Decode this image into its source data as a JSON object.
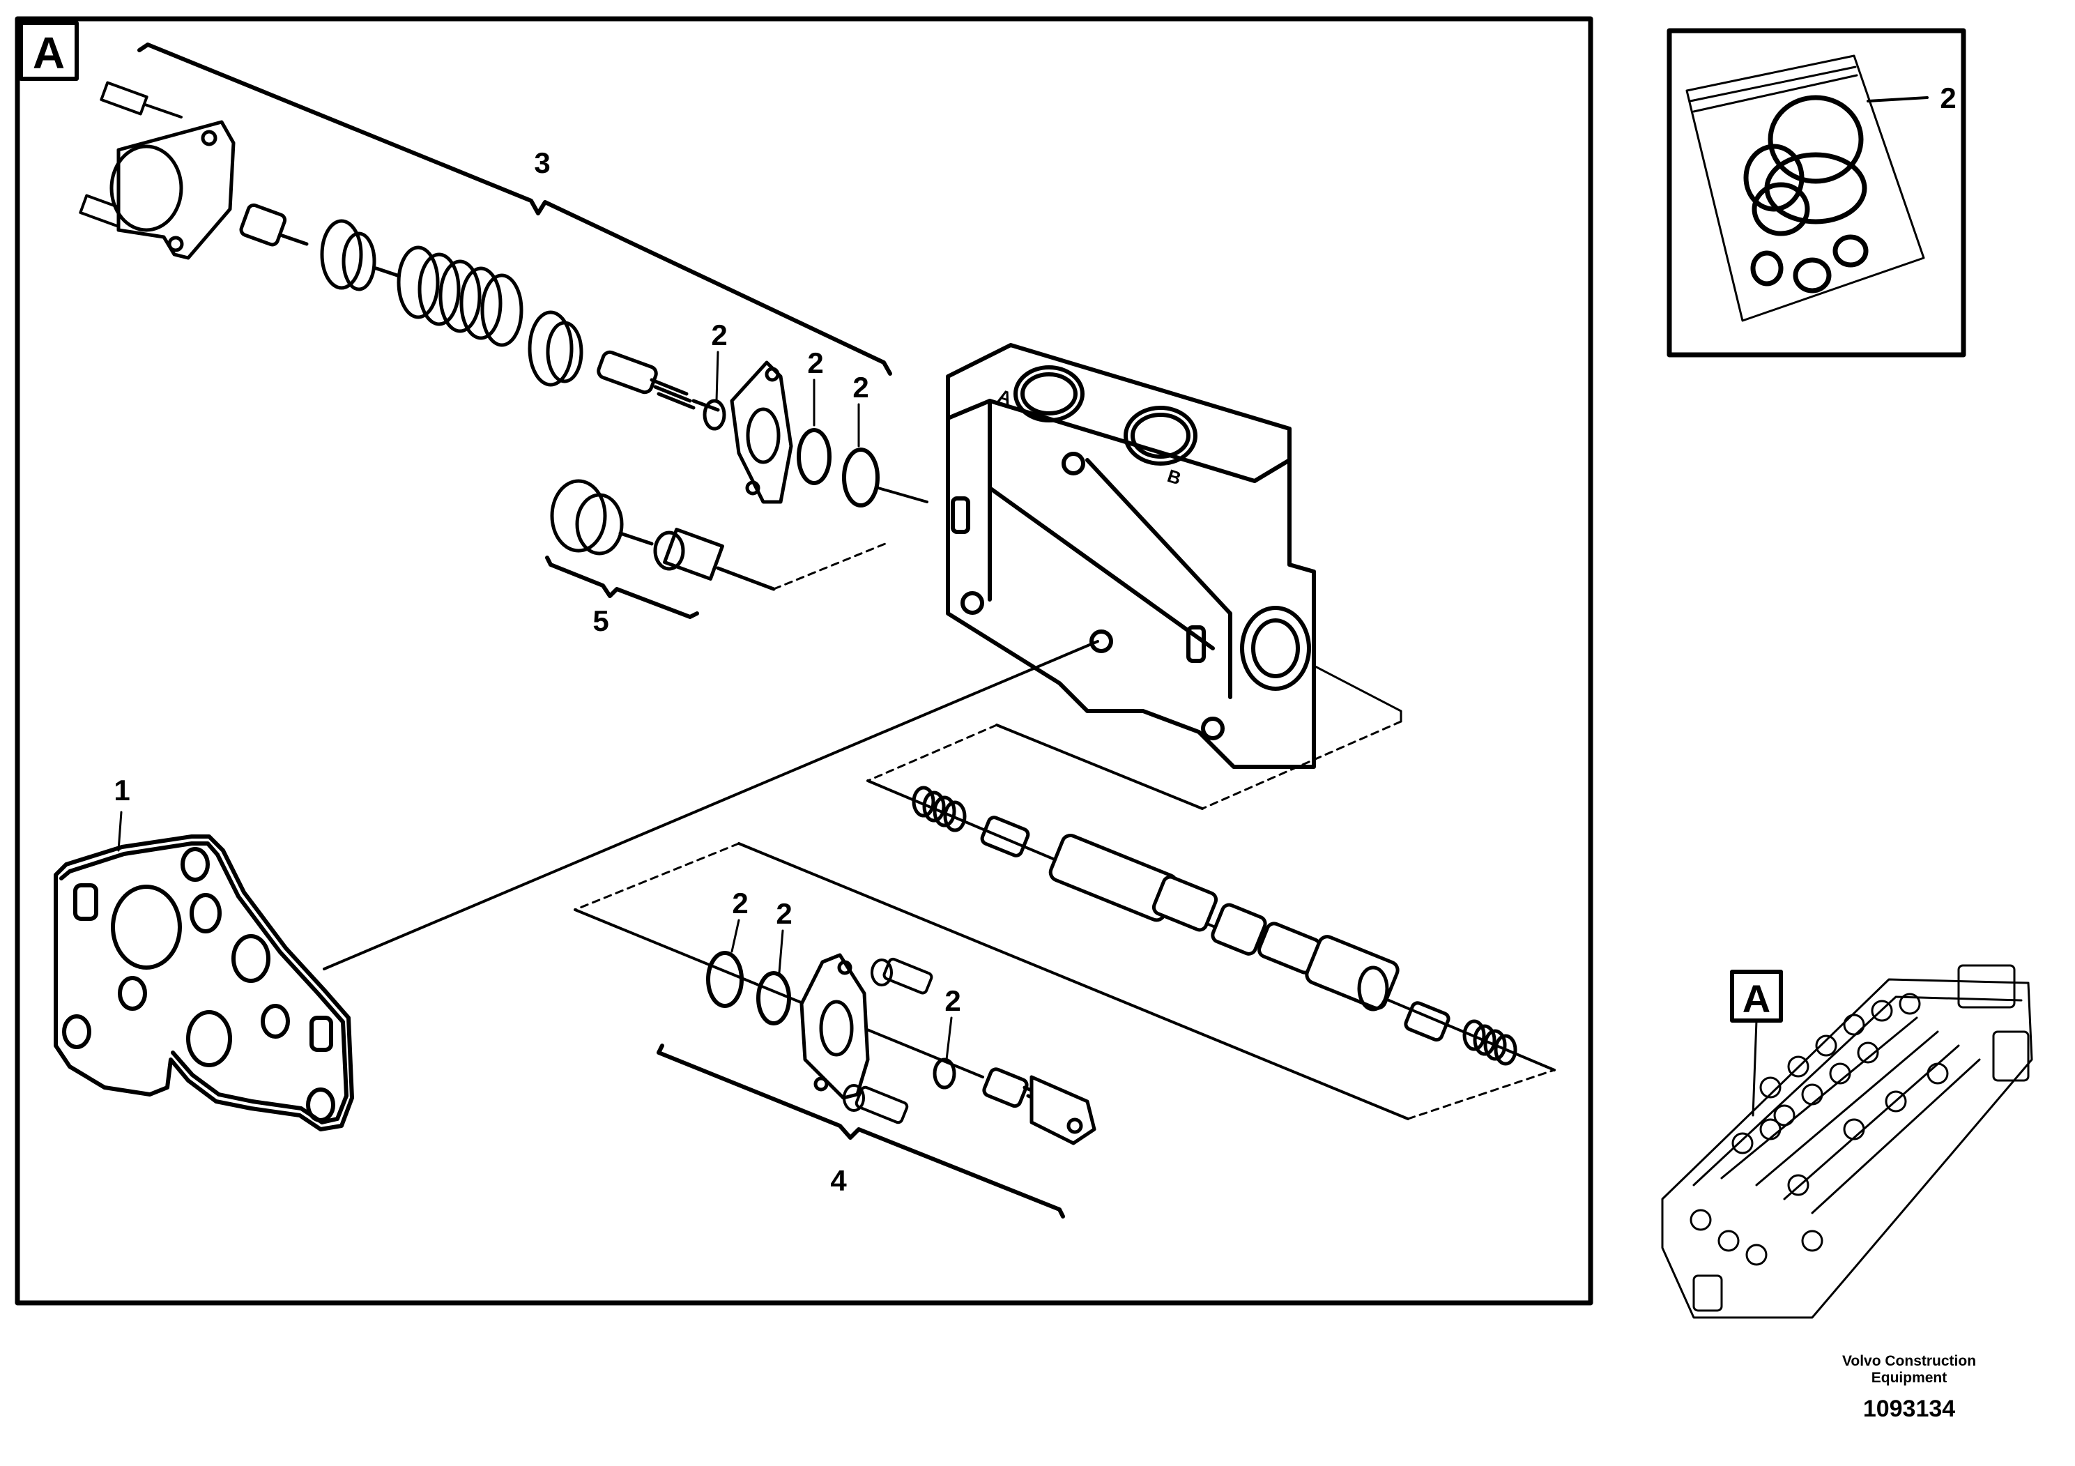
{
  "main_view": {
    "label": "A"
  },
  "parts": {
    "p1": "1",
    "p2": "2",
    "p3": "3",
    "p4": "4",
    "p5": "5"
  },
  "ports": {
    "a": "A",
    "b": "B"
  },
  "kit_callout": {
    "label": "2"
  },
  "overview": {
    "label": "A"
  },
  "footer": {
    "company_line1": "Volvo Construction",
    "company_line2": "Equipment",
    "drawing_number": "1093134"
  }
}
